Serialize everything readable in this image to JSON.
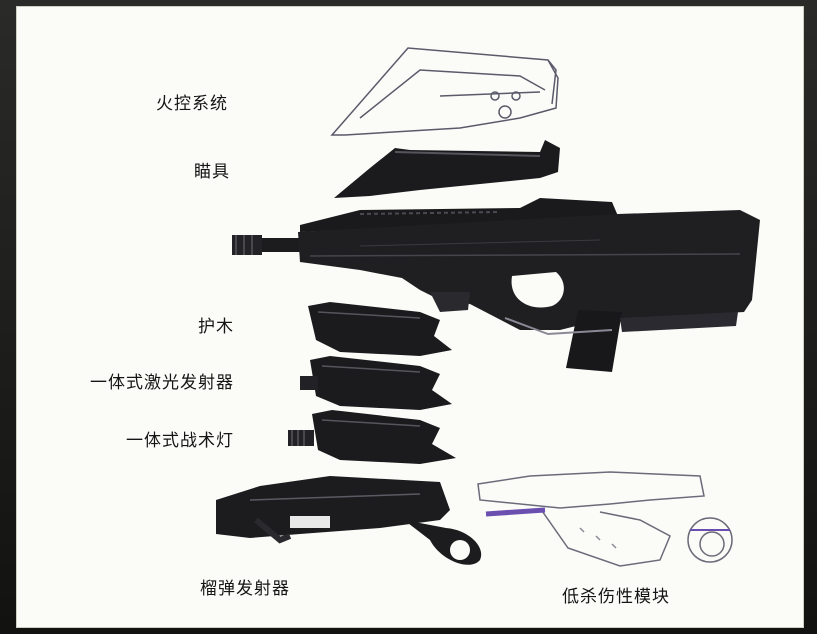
{
  "labels": {
    "fire_control": "火控系统",
    "sight": "瞄具",
    "handguard": "护木",
    "laser_emitter": "一体式激光发射器",
    "tactical_light": "一体式战术灯",
    "grenade_launcher": "榴弹发射器",
    "less_lethal": "低杀伤性模块"
  },
  "colors": {
    "paper": "#fbfbf8",
    "part_dark": "#1a1a1c",
    "part_mid": "#2b2b2e",
    "outline_purple": "#6a4fb0",
    "outline_gray": "#6b6b7a"
  }
}
